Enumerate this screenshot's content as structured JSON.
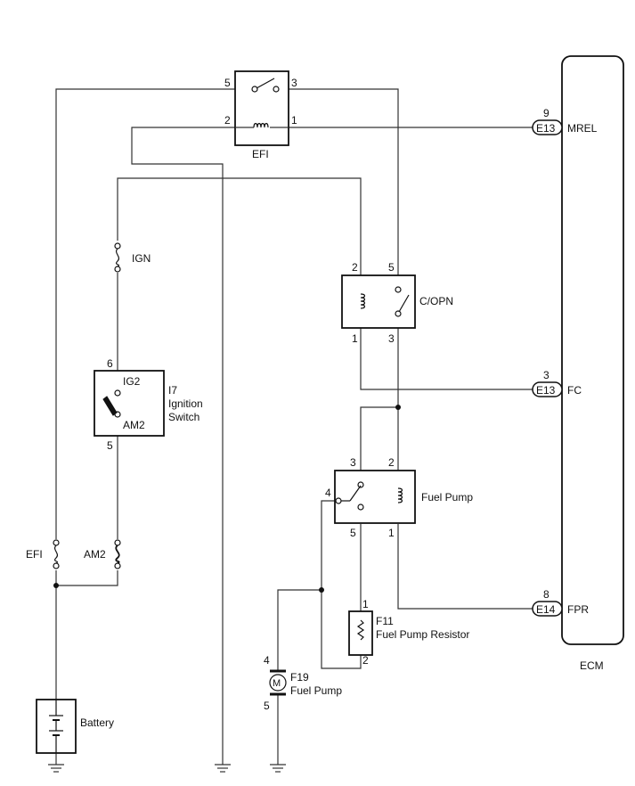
{
  "relays": {
    "efi": {
      "label": "EFI",
      "pins": {
        "p5": "5",
        "p3": "3",
        "p2": "2",
        "p1": "1"
      }
    },
    "copn": {
      "label": "C/OPN",
      "pins": {
        "p2": "2",
        "p5": "5",
        "p1": "1",
        "p3": "3"
      }
    },
    "fuel_pump": {
      "label": "Fuel Pump",
      "pins": {
        "p3": "3",
        "p2": "2",
        "p4": "4",
        "p5": "5",
        "p1": "1"
      }
    }
  },
  "ignition_switch": {
    "ref": "I7",
    "line1": "Ignition",
    "line2": "Switch",
    "ig2": "IG2",
    "am2": "AM2",
    "pin6": "6",
    "pin5": "5"
  },
  "fuses": {
    "ign": "IGN",
    "efi": "EFI",
    "am2": "AM2"
  },
  "ecm": {
    "label": "ECM",
    "terminals": [
      {
        "pin": "9",
        "connector": "E13",
        "signal": "MREL"
      },
      {
        "pin": "3",
        "connector": "E13",
        "signal": "FC"
      },
      {
        "pin": "8",
        "connector": "E14",
        "signal": "FPR"
      }
    ]
  },
  "resistor": {
    "ref": "F11",
    "name": "Fuel Pump Resistor",
    "pin1": "1",
    "pin2": "2"
  },
  "motor": {
    "ref": "F19",
    "name": "Fuel Pump",
    "symbol": "M",
    "pin4": "4",
    "pin5": "5"
  },
  "battery": {
    "label": "Battery"
  }
}
